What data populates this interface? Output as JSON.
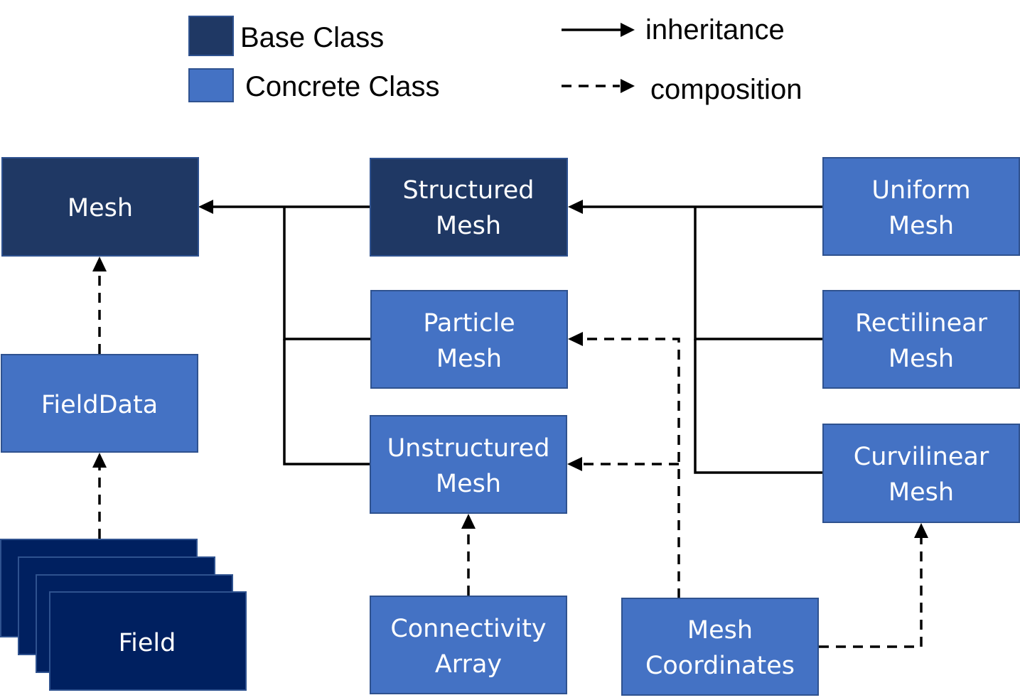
{
  "colors": {
    "base_class": "#1F3864",
    "concrete_class": "#4472C4",
    "field_stack": "#002060",
    "box_border": "#2F528F",
    "edge": "#000000",
    "background": "#FFFFFF"
  },
  "legend": {
    "base_class": "Base Class",
    "concrete_class": "Concrete Class",
    "inheritance": "inheritance",
    "composition": "composition"
  },
  "nodes": {
    "mesh": {
      "lines": [
        "Mesh"
      ],
      "kind": "base"
    },
    "structured_mesh": {
      "lines": [
        "Structured",
        "Mesh"
      ],
      "kind": "base"
    },
    "uniform_mesh": {
      "lines": [
        "Uniform",
        "Mesh"
      ],
      "kind": "concrete"
    },
    "particle_mesh": {
      "lines": [
        "Particle",
        "Mesh"
      ],
      "kind": "concrete"
    },
    "rectilinear_mesh": {
      "lines": [
        "Rectilinear",
        "Mesh"
      ],
      "kind": "concrete"
    },
    "unstructured_mesh": {
      "lines": [
        "Unstructured",
        "Mesh"
      ],
      "kind": "concrete"
    },
    "curvilinear_mesh": {
      "lines": [
        "Curvilinear",
        "Mesh"
      ],
      "kind": "concrete"
    },
    "field_data": {
      "lines": [
        "FieldData"
      ],
      "kind": "concrete"
    },
    "field": {
      "lines": [
        "Field"
      ],
      "kind": "stack"
    },
    "connectivity_array": {
      "lines": [
        "Connectivity",
        "Array"
      ],
      "kind": "concrete"
    },
    "mesh_coordinates": {
      "lines": [
        "Mesh",
        "Coordinates"
      ],
      "kind": "concrete"
    }
  },
  "edges": [
    {
      "from": "structured_mesh",
      "to": "mesh",
      "type": "inheritance"
    },
    {
      "from": "particle_mesh",
      "to": "mesh",
      "type": "inheritance"
    },
    {
      "from": "unstructured_mesh",
      "to": "mesh",
      "type": "inheritance"
    },
    {
      "from": "uniform_mesh",
      "to": "structured_mesh",
      "type": "inheritance"
    },
    {
      "from": "rectilinear_mesh",
      "to": "structured_mesh",
      "type": "inheritance"
    },
    {
      "from": "curvilinear_mesh",
      "to": "structured_mesh",
      "type": "inheritance"
    },
    {
      "from": "field_data",
      "to": "mesh",
      "type": "composition"
    },
    {
      "from": "field",
      "to": "field_data",
      "type": "composition"
    },
    {
      "from": "connectivity_array",
      "to": "unstructured_mesh",
      "type": "composition"
    },
    {
      "from": "mesh_coordinates",
      "to": "particle_mesh",
      "type": "composition"
    },
    {
      "from": "mesh_coordinates",
      "to": "unstructured_mesh",
      "type": "composition"
    },
    {
      "from": "mesh_coordinates",
      "to": "curvilinear_mesh",
      "type": "composition"
    }
  ]
}
